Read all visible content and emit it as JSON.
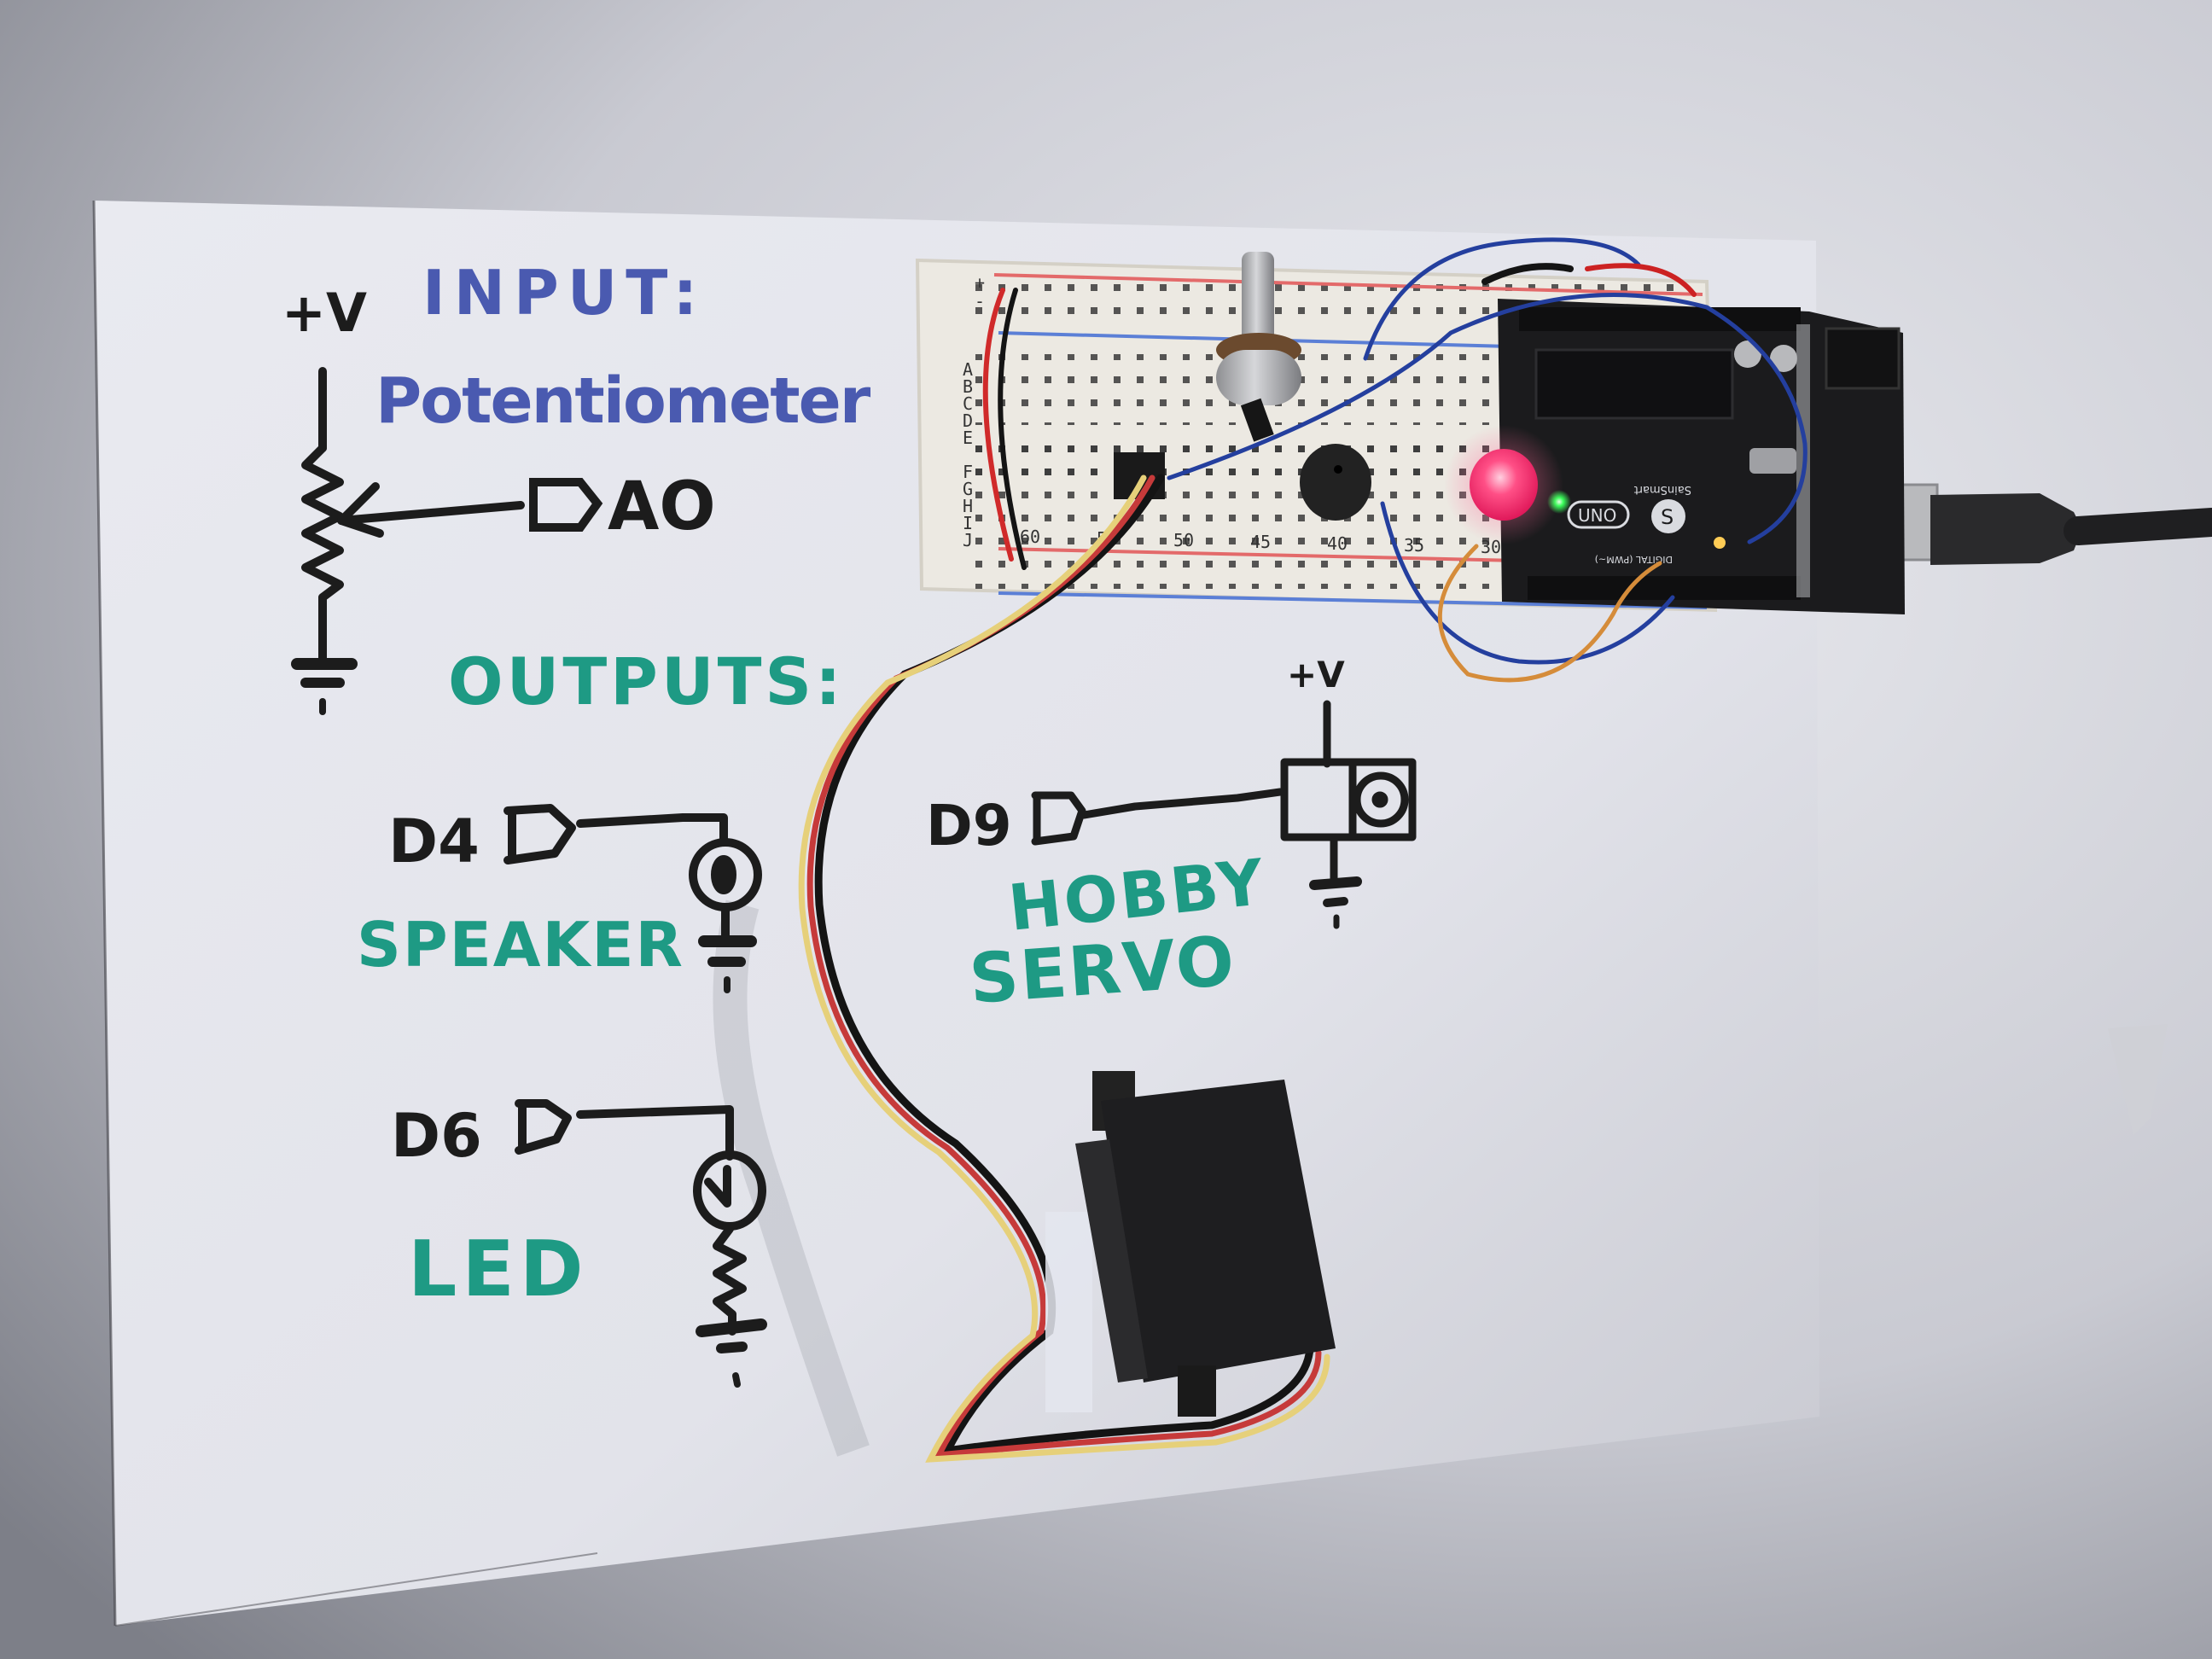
{
  "schematic": {
    "input_heading": "INPUT:",
    "input_subheading": "Potentiometer",
    "supply_label": "+V",
    "pot_pin_label": "AO",
    "outputs_heading": "OUTPUTS:",
    "speaker": {
      "pin_label": "D4",
      "name": "SPEAKER"
    },
    "led": {
      "pin_label": "D6",
      "name": "LED"
    },
    "servo": {
      "pin_label": "D9",
      "name_line1": "HOBBY",
      "name_line2": "SERVO",
      "supply_label": "+V"
    }
  },
  "hardware": {
    "board": {
      "model_badge": "UNO",
      "logo_letter": "S",
      "brand": "SainSmart",
      "header_label": "DIGITAL (PWM~)"
    },
    "breadboard": {
      "row_letters_top": [
        "A",
        "B",
        "C",
        "D",
        "E"
      ],
      "row_letters_bottom": [
        "F",
        "G",
        "H",
        "I",
        "J"
      ],
      "column_numbers": [
        "60",
        "55",
        "50",
        "45",
        "40",
        "35",
        "30"
      ],
      "rail_plus": "+",
      "rail_minus": "-"
    }
  },
  "colors": {
    "background": "#8d8f98",
    "paper": "#e4e5ec",
    "blue_ink": "#4a5ab0",
    "teal_ink": "#1e9a84",
    "black_ink": "#1c1c1c",
    "led_red": "#ff3a78",
    "led_green": "#33ff55"
  }
}
